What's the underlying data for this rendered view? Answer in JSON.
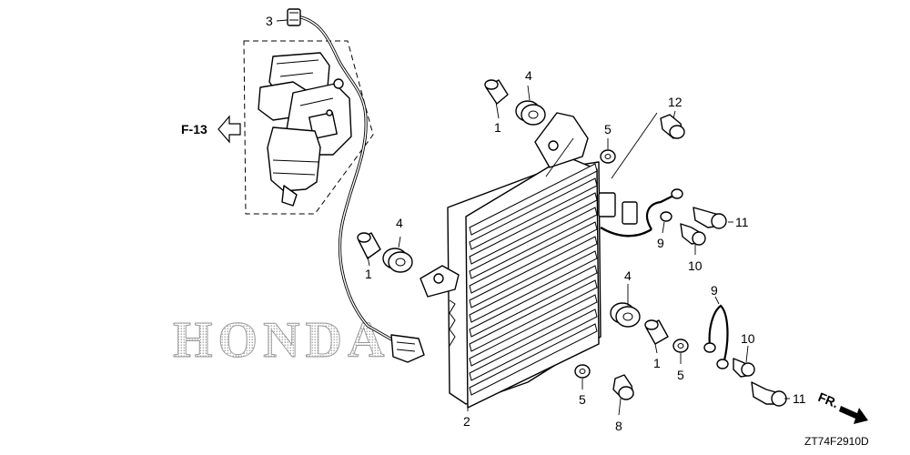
{
  "watermark": "HONDA",
  "diagram_code": "ZT74F2910D",
  "ref_label": "F-13",
  "fr_label": "FR.",
  "callouts": {
    "c1a": "1",
    "c1b": "1",
    "c1c": "1",
    "c2": "2",
    "c3": "3",
    "c4a": "4",
    "c4b": "4",
    "c4c": "4",
    "c5a": "5",
    "c5b": "5",
    "c5c": "5",
    "c8": "8",
    "c9a": "9",
    "c9b": "9",
    "c10a": "10",
    "c10b": "10",
    "c11a": "11",
    "c11b": "11",
    "c12": "12"
  }
}
